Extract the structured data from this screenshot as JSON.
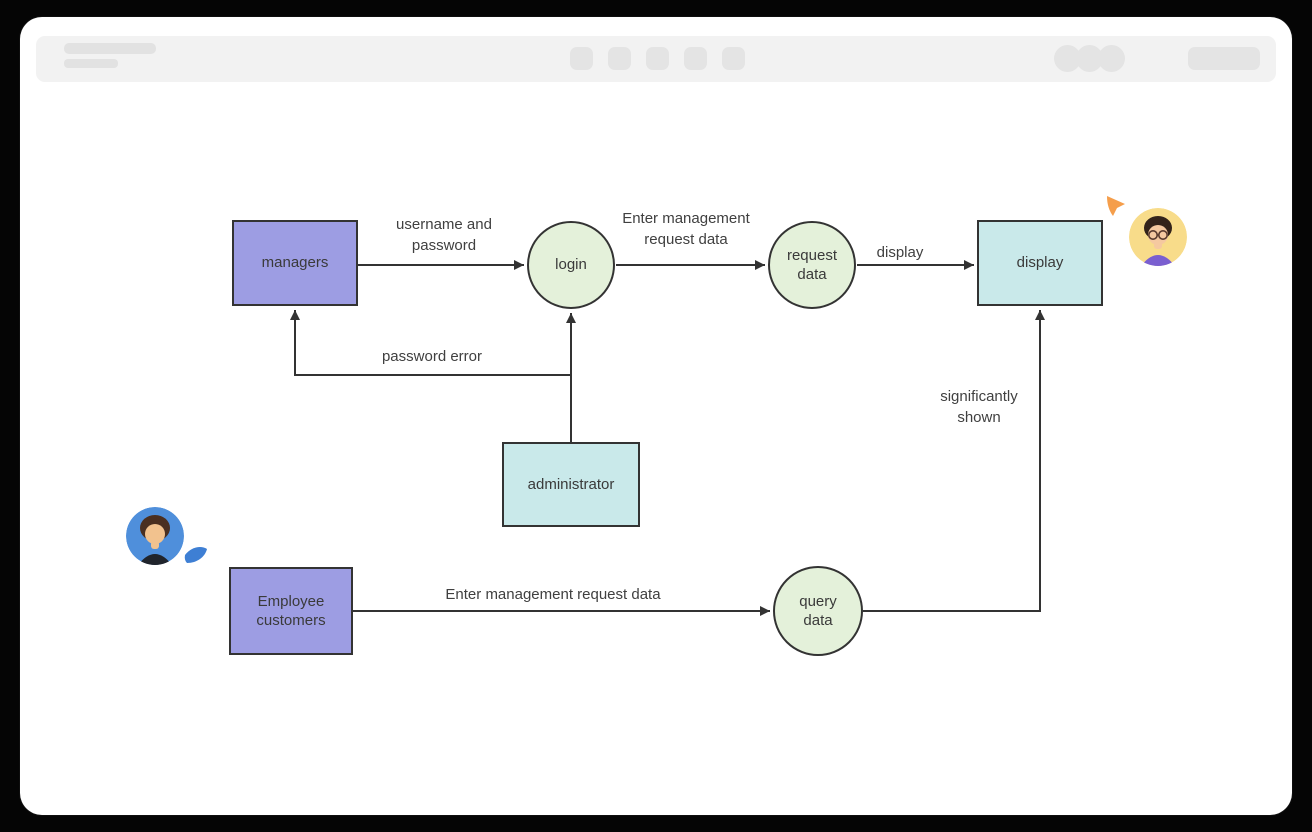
{
  "diagram": {
    "nodes": {
      "managers": "managers",
      "login": "login",
      "request_data": "request data",
      "display": "display",
      "administrator": "administrator",
      "employee_customers": "Employee customers",
      "query_data": "query data"
    },
    "edges": {
      "username_password": "username and password",
      "enter_request_top": "Enter management request data",
      "display_label": "display",
      "password_error": "password error",
      "enter_request_bottom": "Enter management request data",
      "significantly_shown": "significantly shown"
    },
    "colors": {
      "actor_fill": "#9d9de3",
      "process_fill": "#e4f1da",
      "store_fill": "#c9e9ea",
      "stroke": "#333333",
      "cursor_orange": "#f59e4b",
      "cursor_blue": "#3e7fd4"
    }
  }
}
